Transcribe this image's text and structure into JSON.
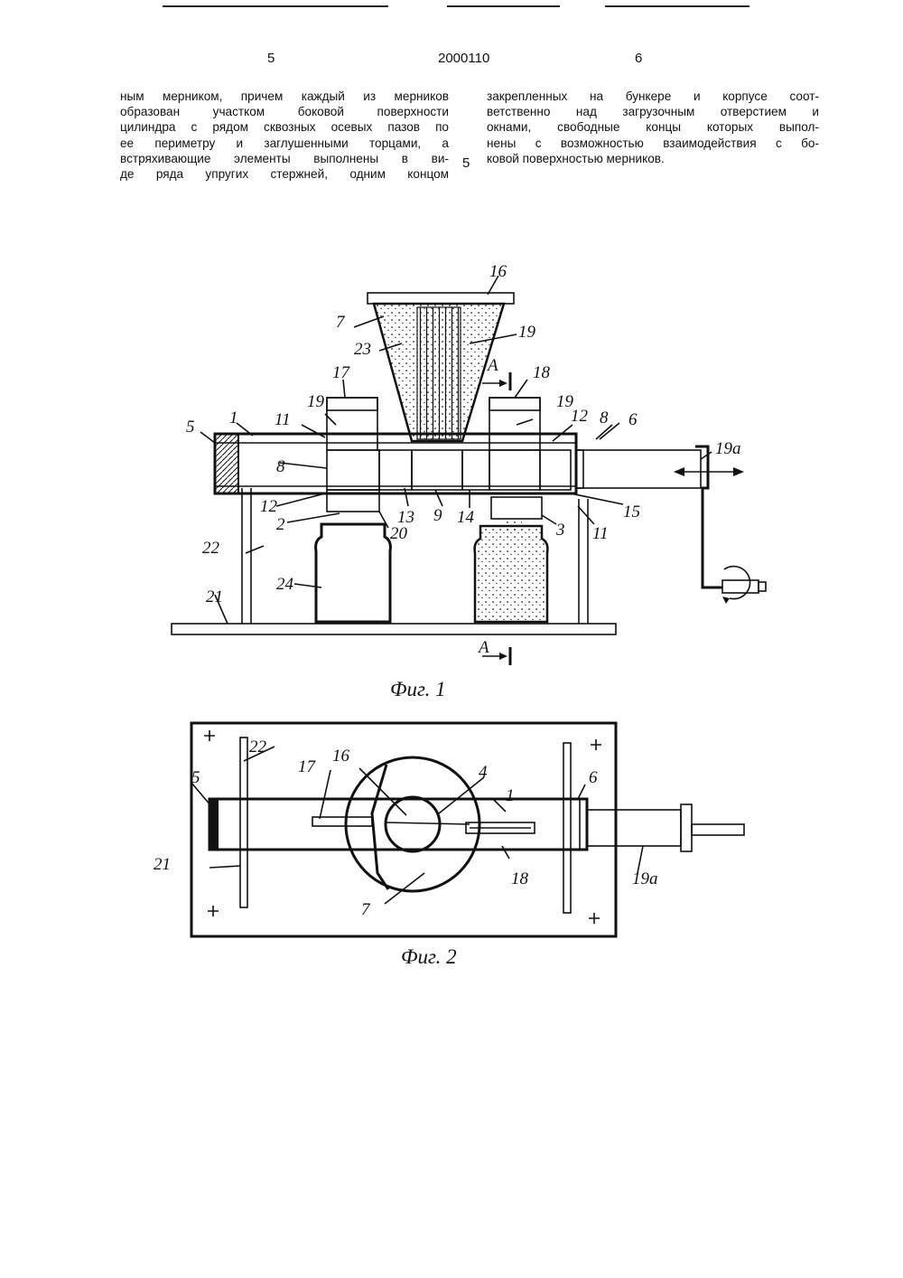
{
  "header": {
    "page_left": "5",
    "patent_number": "2000110",
    "page_right": "6"
  },
  "left_column": [
    "ным мерником, причем каждый из мерников",
    "образован участком боковой поверхности",
    "цилиндра с рядом сквозных осевых пазов по",
    "ее периметру и заглушенными торцами, а",
    "встряхивающие элементы выполнены в ви-",
    "де ряда упругих стержней, одним концом"
  ],
  "right_column": [
    "закрепленных на бункере и корпусе соот-",
    "ветственно над загрузочным отверстием и",
    "окнами, свободные концы которых выпол-",
    "нены с возможностью взаимодействия с бо-",
    "ковой поверхностью мерников."
  ],
  "line_number": "5",
  "figure1": {
    "caption": "Фиг. 1",
    "labels": {
      "l16": "16",
      "l7": "7",
      "l19top": "19",
      "l23": "23",
      "lA_top": "A",
      "l17": "17",
      "l18": "18",
      "l19a": "19",
      "l1": "1",
      "l11a": "11",
      "l19b": "19",
      "l12a": "12",
      "l8b": "8",
      "l6": "6",
      "l5": "5",
      "l8a": "8",
      "l19arod": "19a",
      "l12b": "12",
      "l2": "2",
      "l13": "13",
      "l9": "9",
      "l14": "14",
      "l20": "20",
      "l3": "3",
      "l15": "15",
      "l11b": "11",
      "l22": "22",
      "l24": "24",
      "l21": "21",
      "lA_bot": "A"
    }
  },
  "figure2": {
    "caption": "Фиг. 2",
    "labels": {
      "l22": "22",
      "l16": "16",
      "l17": "17",
      "l4": "4",
      "l1": "1",
      "l6": "6",
      "l5": "5",
      "l21": "21",
      "l18": "18",
      "l19a": "19a",
      "l7": "7"
    }
  }
}
